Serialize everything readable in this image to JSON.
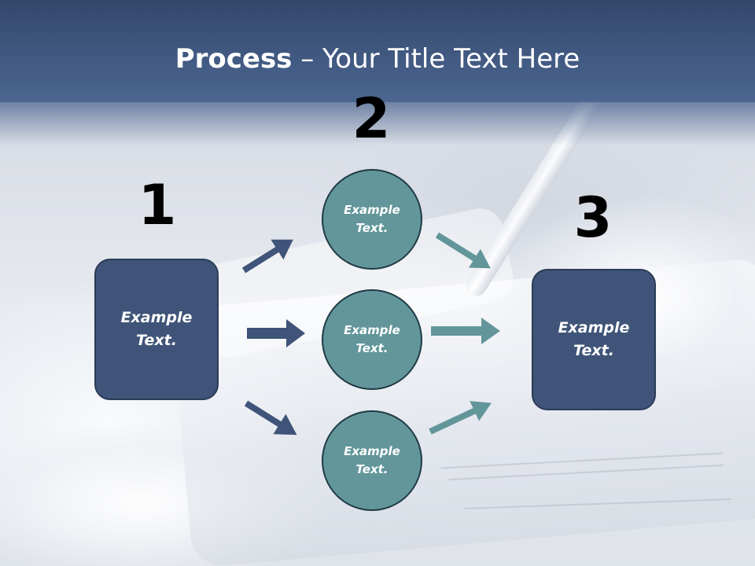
{
  "title": {
    "bold": "Process",
    "rest": " – Your Title Text Here"
  },
  "steps": [
    {
      "number": "1",
      "box_text": "Example\nText."
    },
    {
      "number": "2"
    },
    {
      "number": "3",
      "box_text": "Example\nText."
    }
  ],
  "circles": [
    {
      "text": "Example\nText."
    },
    {
      "text": "Example\nText."
    },
    {
      "text": "Example\nText."
    }
  ],
  "colors": {
    "title_band": "#415981",
    "box_fill": "#3f5478",
    "circle_fill": "#62969a",
    "arrow_blue": "#3f5478",
    "arrow_teal": "#62969a"
  }
}
